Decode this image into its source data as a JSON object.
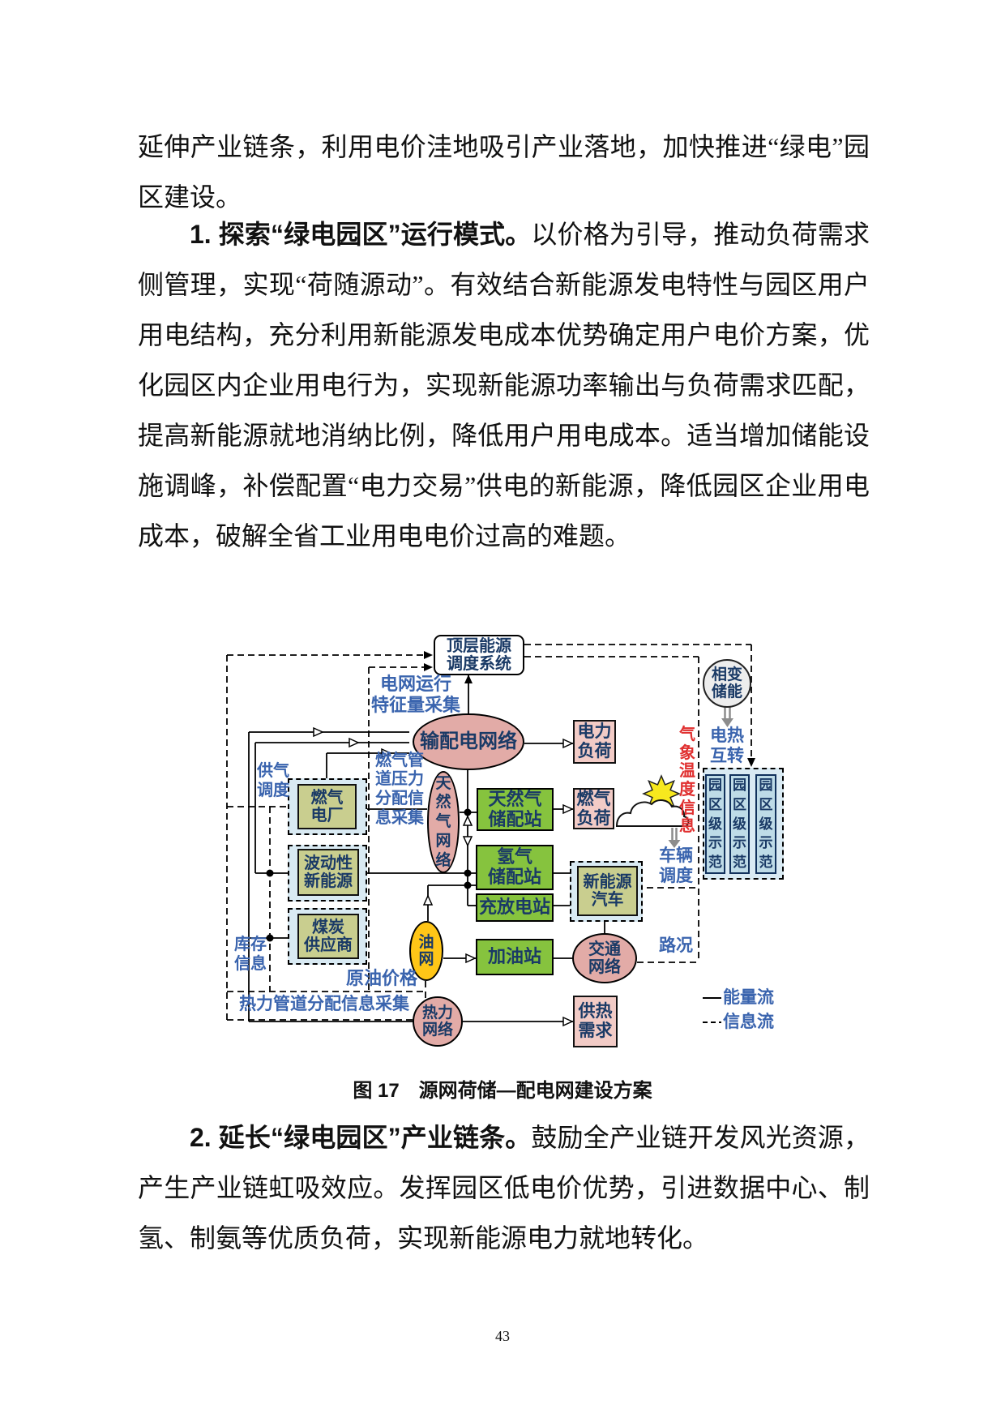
{
  "document": {
    "page_number": "43",
    "paragraphs": {
      "p1": "延伸产业链条，利用电价洼地吸引产业落地，加快推进“绿电”园区建设。",
      "p2_lead": "1. 探索“绿电园区”运行模式。",
      "p2_rest": "以价格为引导，推动负荷需求侧管理，实现“荷随源动”。有效结合新能源发电特性与园区用户用电结构，充分利用新能源发电成本优势确定用户电价方案，优化园区内企业用电行为，实现新能源功率输出与负荷需求匹配，提高新能源就地消纳比例，降低用户用电成本。适当增加储能设施调峰，补偿配置“电力交易”供电的新能源，降低园区企业用电成本，破解全省工业用电电价过高的难题。",
      "p3_lead": "2. 延长“绿电园区”产业链条。",
      "p3_rest": "鼓励全产业链开发风光资源，产生产业链虹吸效应。发挥园区低电价优势，引进数据中心、制氢、制氨等优质负荷，实现新能源电力就地转化。"
    },
    "figure_caption": "图 17　源网荷储—配电网建设方案"
  },
  "diagram": {
    "nodes": {
      "top_system": "顶层能源\n调度系统",
      "transmission_grid": "输配电网络",
      "power_load": "电力\n负荷",
      "gas_network": "天\n然\n气\n网\n络",
      "gas_storage_station": "天然气\n储配站",
      "gas_load": "燃气\n负荷",
      "hydrogen_station": "氢气\n储配站",
      "charging_station": "充放电站",
      "new_energy_vehicle": "新能源\n汽车",
      "traffic_network": "交通\n网络",
      "gas_station": "加油站",
      "oil_network": "油\n网",
      "heat_network": "热力\n网络",
      "heat_demand": "供热\n需求",
      "gas_plant": "燃气\n电厂",
      "fluctuating_renewables": "波动性\n新能源",
      "coal_supplier": "煤炭\n供应商",
      "phase_change_storage": "相变\n储能",
      "park_demo": "园\n区\n级\n示\n范"
    },
    "labels": {
      "grid_feature_collection": "电网运行\n特征量采集",
      "gas_pipe_collection": "燃气管\n道压力\n分配信\n息采集",
      "gas_supply_dispatch": "供气\n调度",
      "inventory_info": "库存\n信息",
      "crude_oil_price": "原油价格",
      "heat_pipe_collection": "热力管道分配信息采集",
      "weather_info": "气\n象\n温\n度\n信\n息",
      "electricity_heat_conversion": "电热\n互转",
      "vehicle_dispatch": "车辆\n调度",
      "road_condition": "路况"
    },
    "legend": {
      "energy_flow": "能量流",
      "info_flow": "信息流"
    },
    "colors": {
      "green_box": "#86c33e",
      "olive_box": "#c9ce8f",
      "pink_box": "#f2cbc6",
      "pink_ellipse": "#e2aba7",
      "yellow_ellipse": "#ffc617",
      "blue_container": "#d9eaf3",
      "park_box": "#bedbe7",
      "info_label_blue": "#3a64ae",
      "weather_label_red": "#e03030",
      "node_text": "#1a3a66"
    }
  }
}
